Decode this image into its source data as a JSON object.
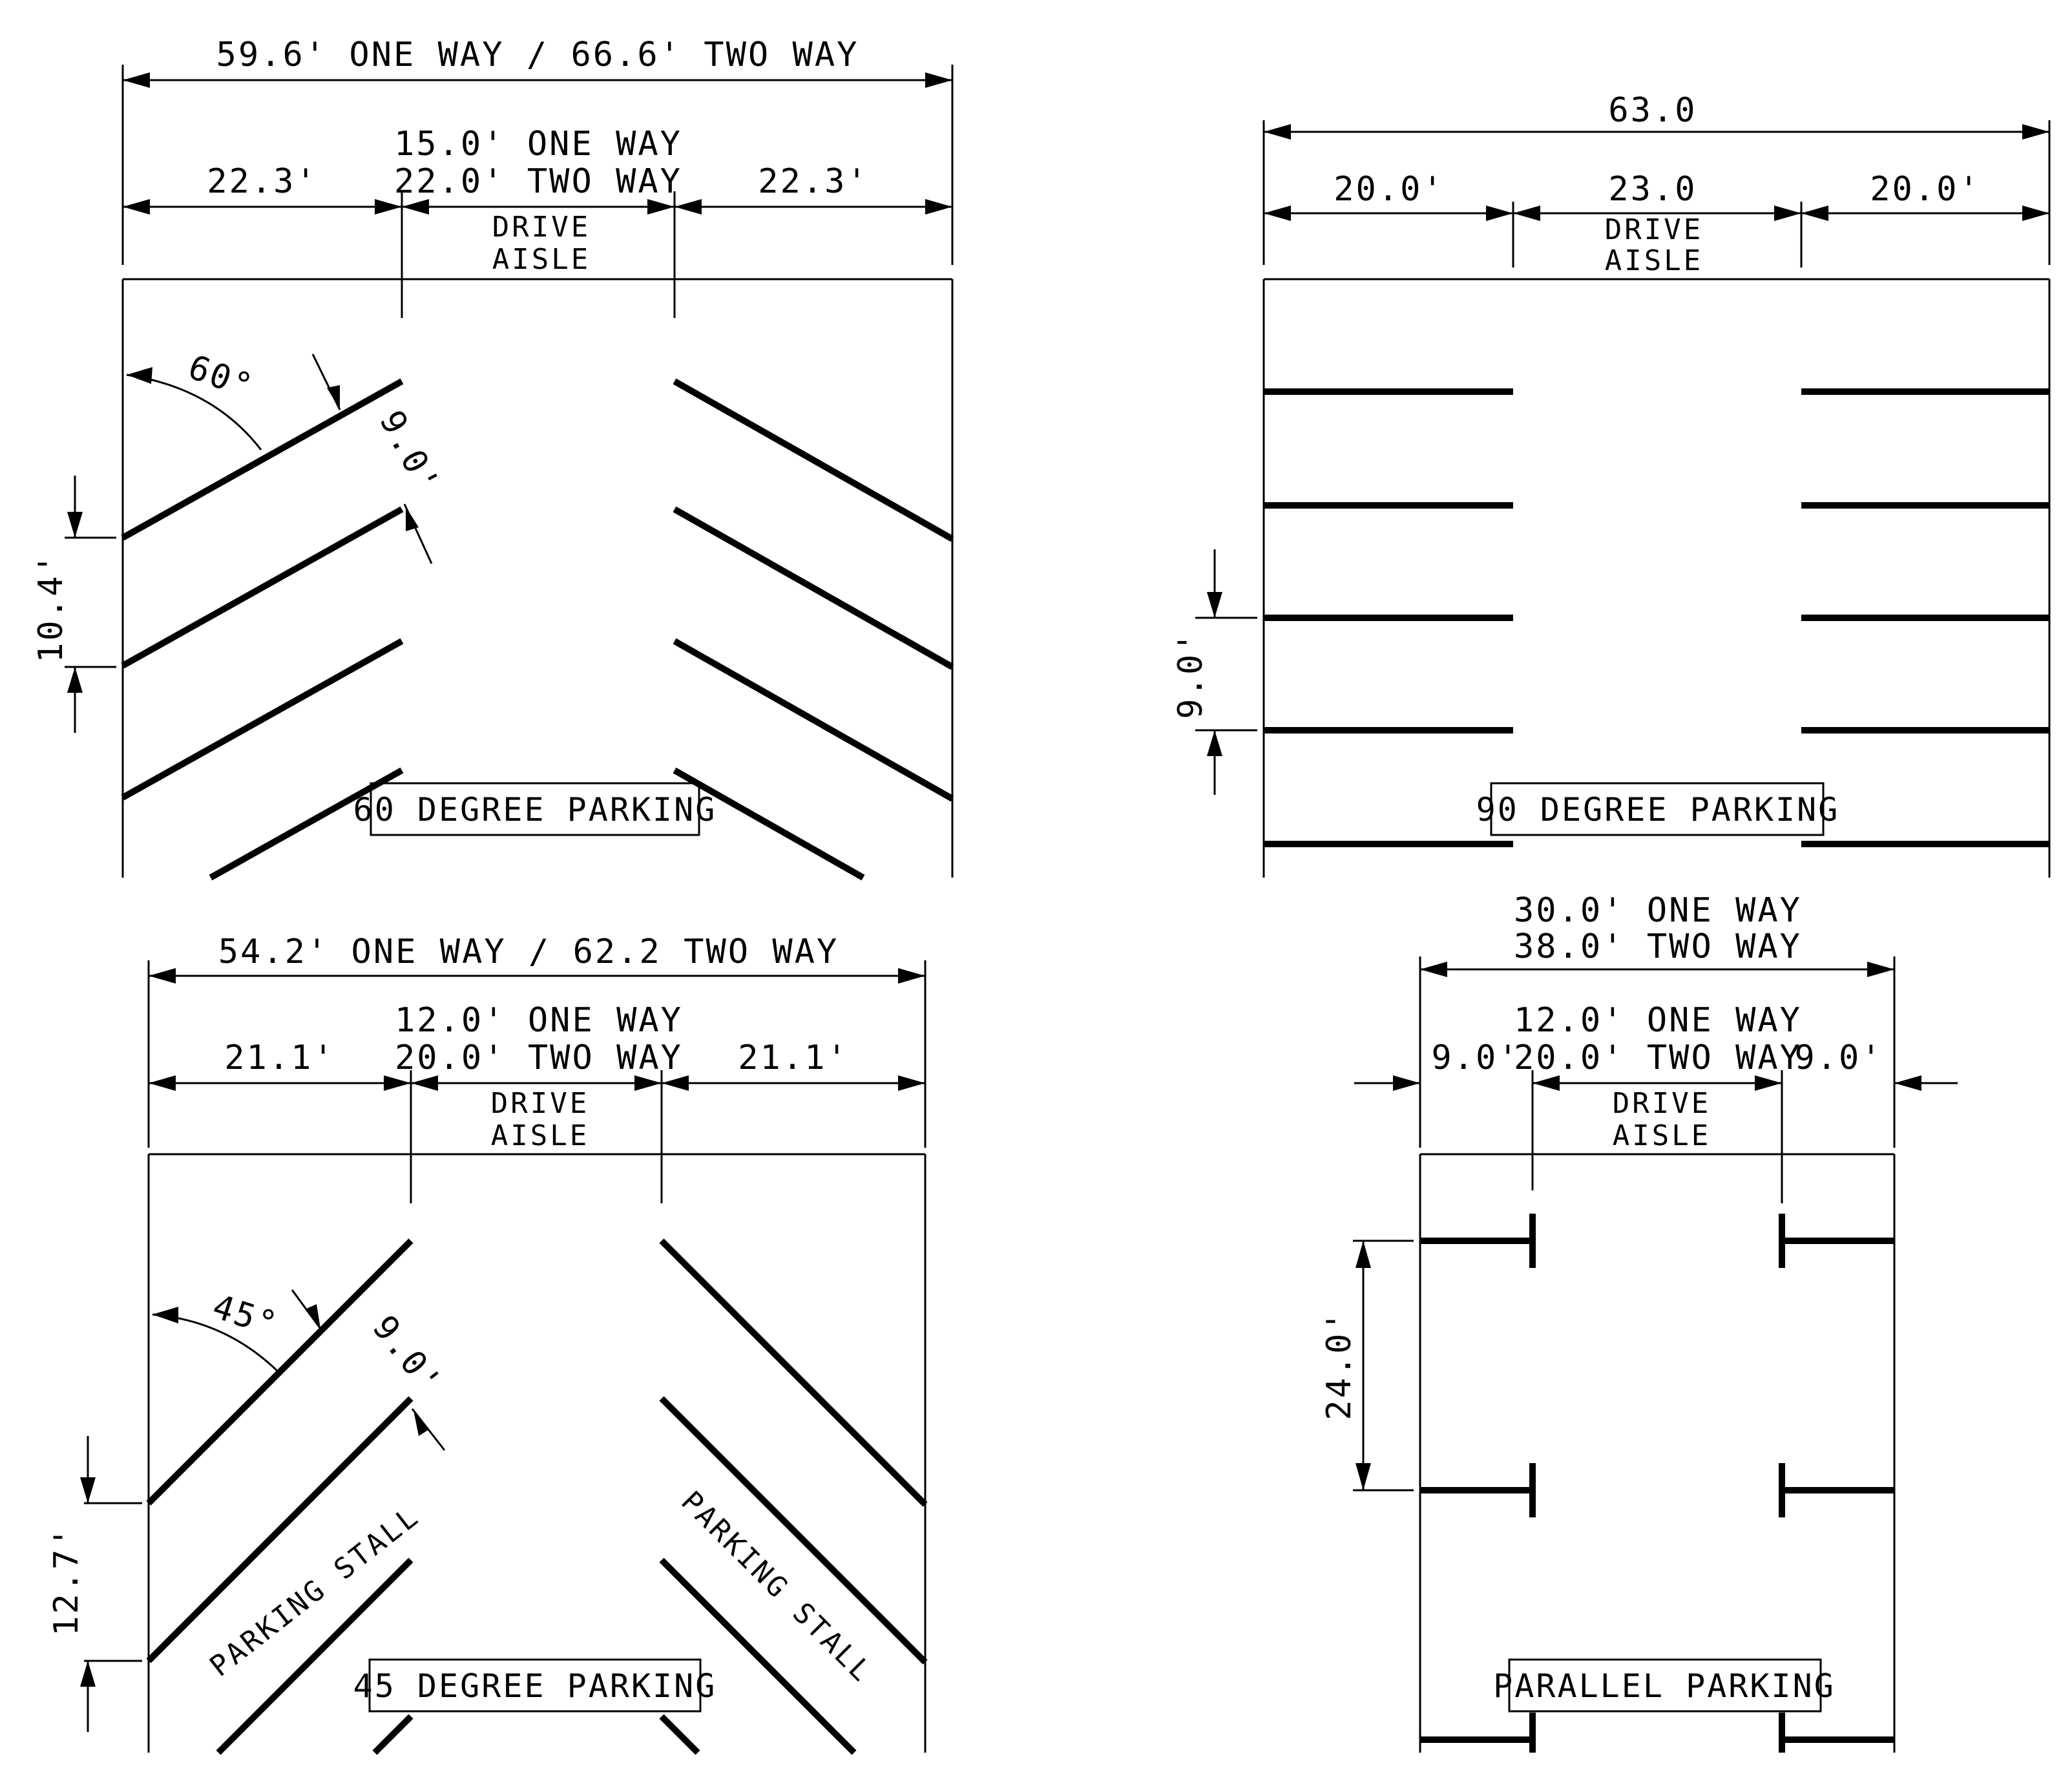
{
  "panels": {
    "p60": {
      "title": "60 DEGREE PARKING",
      "overall_width": "59.6' ONE WAY / 66.6' TWO WAY",
      "left_stall_depth": "22.3'",
      "right_stall_depth": "22.3'",
      "aisle_line1": "15.0' ONE WAY",
      "aisle_line2": "22.0' TWO WAY",
      "aisle_label_1": "DRIVE",
      "aisle_label_2": "AISLE",
      "angle": "60°",
      "stall_width": "9.0'",
      "stall_spacing": "10.4'"
    },
    "p90": {
      "title": "90 DEGREE PARKING",
      "overall_width": "63.0",
      "left_stall_depth": "20.0'",
      "aisle_width": "23.0",
      "right_stall_depth": "20.0'",
      "aisle_label_1": "DRIVE",
      "aisle_label_2": "AISLE",
      "stall_spacing": "9.0'"
    },
    "p45": {
      "title": "45 DEGREE PARKING",
      "overall_width": "54.2' ONE WAY / 62.2 TWO WAY",
      "left_stall_depth": "21.1'",
      "right_stall_depth": "21.1'",
      "aisle_line1": "12.0' ONE WAY",
      "aisle_line2": "20.0' TWO WAY",
      "aisle_label_1": "DRIVE",
      "aisle_label_2": "AISLE",
      "angle": "45°",
      "stall_width": "9.0'",
      "stall_spacing": "12.7'",
      "stall_label_left": "PARKING STALL",
      "stall_label_right": "PARKING STALL"
    },
    "ppar": {
      "title": "PARALLEL PARKING",
      "overall_line1": "30.0' ONE WAY",
      "overall_line2": "38.0' TWO WAY",
      "left_stall_width": "9.0'",
      "aisle_line1": "12.0' ONE WAY",
      "aisle_line2": "20.0' TWO WAY",
      "right_stall_width": "9.0'",
      "aisle_label_1": "DRIVE",
      "aisle_label_2": "AISLE",
      "stall_length": "24.0'"
    }
  }
}
